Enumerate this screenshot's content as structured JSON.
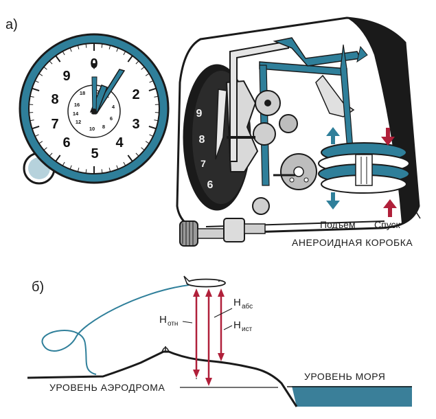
{
  "panel_a": {
    "label": "а)",
    "dial": {
      "outer_numbers": [
        "0",
        "2",
        "3",
        "4",
        "5",
        "6",
        "7",
        "8",
        "9"
      ],
      "inner_numbers": [
        "0",
        "2",
        "4",
        "6",
        "8",
        "10",
        "12",
        "14",
        "16",
        "18"
      ]
    },
    "mechanism_dial_numbers": [
      "9",
      "8",
      "7",
      "6"
    ],
    "arrow_up_label": "Подъем",
    "arrow_down_label": "Спуск",
    "aneroid_label": "Анероидная коробка"
  },
  "panel_b": {
    "label": "б)",
    "h_abs": {
      "main": "H",
      "sub": "абс"
    },
    "h_otn": {
      "main": "H",
      "sub": "отн"
    },
    "h_ist": {
      "main": "H",
      "sub": "ист"
    },
    "airfield_level": "Уровень аэродрома",
    "sea_level": "Уровень моря"
  },
  "colors": {
    "blue": "#2f7f9a",
    "red": "#b0203a",
    "dark": "#1a1a1a",
    "sea": "#3a7f99"
  }
}
